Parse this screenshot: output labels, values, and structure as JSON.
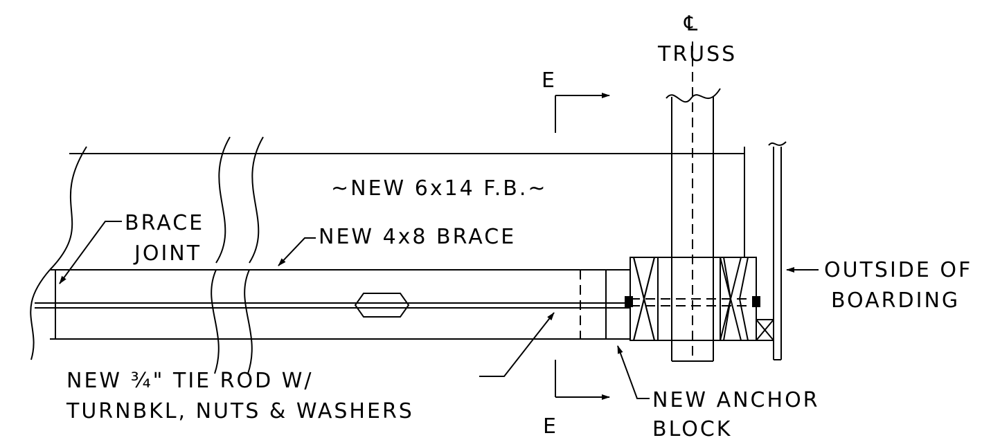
{
  "labels": {
    "centerline_symbol": "℄",
    "truss": "TRUSS",
    "section_mark_top": "E",
    "section_mark_bottom": "E",
    "floor_beam": "~NEW 6x14 F.B.~",
    "brace_joint_line1": "BRACE",
    "brace_joint_line2": "JOINT",
    "new_brace": "NEW 4x8 BRACE",
    "outside_line1": "OUTSIDE OF",
    "outside_line2": "BOARDING",
    "tie_rod_line1": "NEW ¾\"  TIE ROD W/",
    "tie_rod_line2": "TURNBKL, NUTS & WASHERS",
    "anchor_line1": "NEW ANCHOR",
    "anchor_line2": "BLOCK"
  }
}
